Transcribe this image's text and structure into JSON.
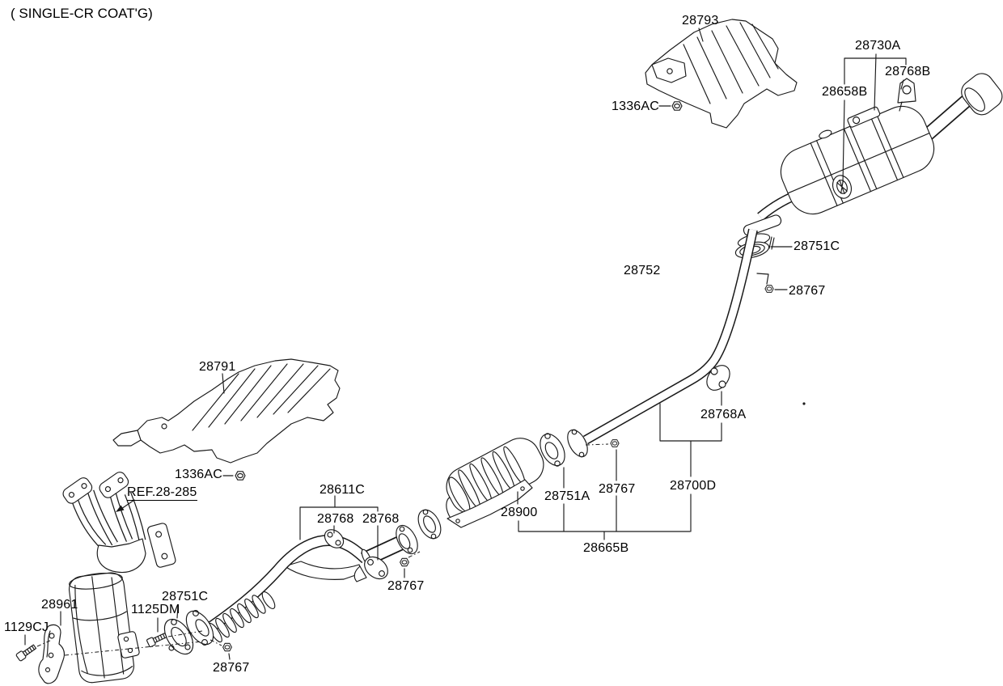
{
  "note": "( SINGLE-CR COAT'G)",
  "reference": {
    "label": "REF.28-285"
  },
  "colors": {
    "background": "#ffffff",
    "line": "#1a1a1a",
    "text": "#000000"
  },
  "labels": [
    {
      "part": "28793"
    },
    {
      "part": "1336AC"
    },
    {
      "part": "28730A"
    },
    {
      "part": "28768B"
    },
    {
      "part": "28658B"
    },
    {
      "part": "28751C"
    },
    {
      "part": "28752"
    },
    {
      "part": "28767"
    },
    {
      "part": "28768A"
    },
    {
      "part": "28700D"
    },
    {
      "part": "28791"
    },
    {
      "part": "1336AC"
    },
    {
      "part": "28611C"
    },
    {
      "part": "28768"
    },
    {
      "part": "28768"
    },
    {
      "part": "28900"
    },
    {
      "part": "28751A"
    },
    {
      "part": "28767"
    },
    {
      "part": "28665B"
    },
    {
      "part": "28961"
    },
    {
      "part": "1129CJ"
    },
    {
      "part": "1125DM"
    },
    {
      "part": "28751C"
    },
    {
      "part": "28767"
    },
    {
      "part": "28767"
    }
  ]
}
